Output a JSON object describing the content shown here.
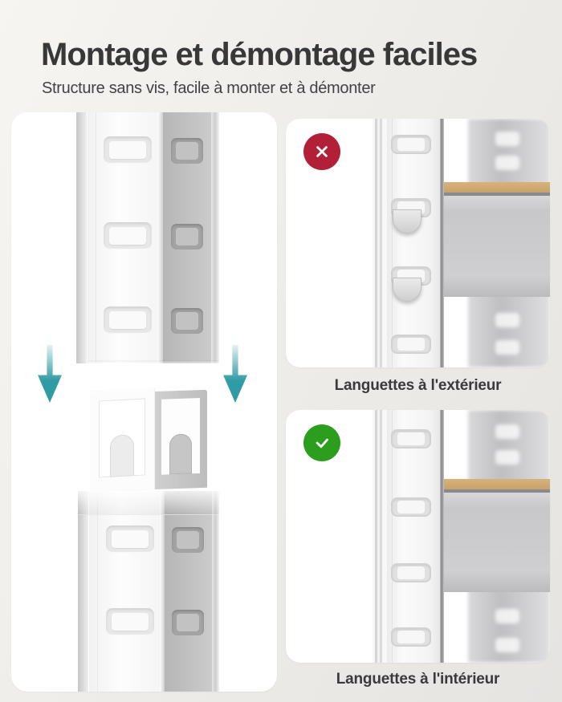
{
  "header": {
    "title": "Montage et démontage faciles",
    "subtitle": "Structure sans vis, facile à monter et à démonter"
  },
  "assembly_panel": {
    "arrow_icon": "down-arrow-icon"
  },
  "wrong_panel": {
    "icon": "cross-icon",
    "caption": "Languettes à l'extérieur"
  },
  "correct_panel": {
    "icon": "check-icon",
    "caption": "Languettes à l'intérieur"
  },
  "colors": {
    "error_red": "#b22038",
    "success_green": "#2c9e1e",
    "arrow_teal": "#2f9ba4",
    "wood_edge": "#c8a26c",
    "heading_text": "#383838"
  }
}
